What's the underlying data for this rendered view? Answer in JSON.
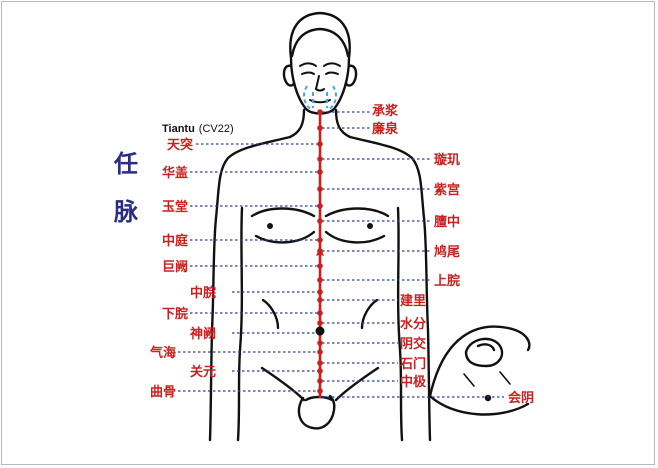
{
  "meridian": {
    "char1": "任",
    "char2": "脉"
  },
  "tiantu_caption": {
    "name": "Tiantu",
    "code": "(CV22)"
  },
  "colors": {
    "label": "#cc1f1f",
    "guide_line": "#2f3e9e",
    "meridian_title": "#2a2c86",
    "outline": "#111111"
  },
  "acupoints": {
    "left": [
      "天突",
      "华盖",
      "玉堂",
      "中庭",
      "巨阙",
      "中脘",
      "下脘",
      "神阙",
      "气海",
      "关元",
      "曲骨"
    ],
    "right": [
      "承浆",
      "廉泉",
      "璇玑",
      "紫宫",
      "膻中",
      "鸠尾",
      "上脘",
      "建里",
      "水分",
      "阴交",
      "石门",
      "中极",
      "会阴"
    ]
  }
}
